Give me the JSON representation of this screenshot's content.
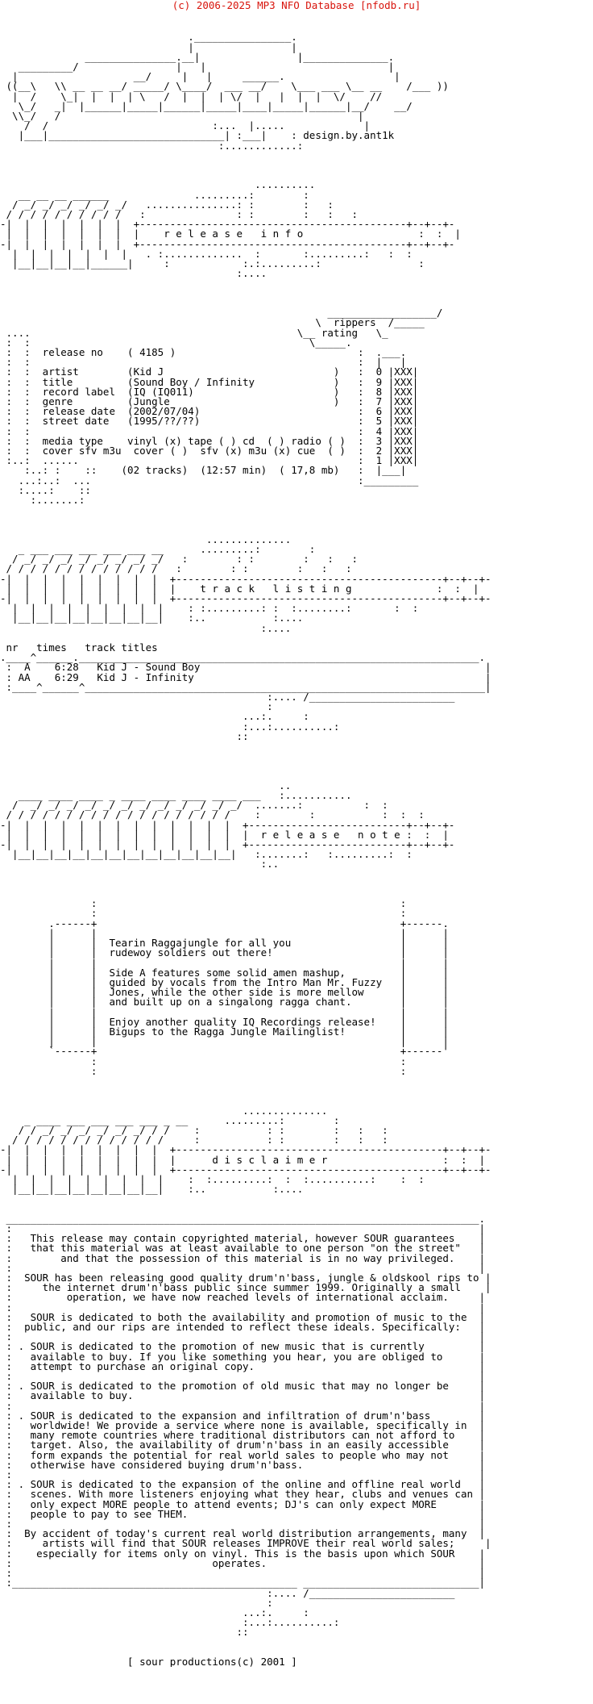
{
  "header": {
    "copyright": "(c) 2006-2025 MP3 NFO Database [nfodb.ru]"
  },
  "nfo": {
    "lines": [
      "",
      "",
      "                               .________________.",
      "                               |                |",
      "              _______________.__|                |______________.",
      "   _________/                |   |                              |",
      "  |                   __/     |   |     ______.                  |",
      " ((__\\   \\\\ __ __ __/ _____/ \\____/  ___ __/    \\___ ___ \\__ __    /___ ))",
      "  |  /    \\_|  |  |  | \\   /  |  |  | \\/  |   |  |  |  \\/    //",
      "   \\_/   _|  |______|_____|______|_____|____|_____|______|__/    __/",
      "  \\\\_/   /                                                 |",
      "    /  /                           :...  |.....             |",
      "   |___|_____________________________| :___|    : design.by.ant1k",
      "                                    :............:",
      "",
      "",
      "",
      "                                          ..........",
      "   __ __ __ ______              .........:        :",
      "  / _/ _/ _/ _/ _/ _/   ...............: :        :   :",
      " / / / / / / / / / /   :               : :        :   :   :",
      "-|  |  |  |  |  |  |  +--------------------------------------------+--+--+-",
      " |  |  |  |  |  |  |  |    r e l e a s e   i n f o                   :  :  |",
      "-|  |  |  |  |  |  |  +--------------------------------------------+--+--+-",
      "  |  |  |  |  |  |  |   . :.............  :       :.........:   :  :",
      "  |__|__|__|__|______|     :            :.:.........:                :",
      "                                       :....",
      "",
      "",
      "",
      "                                                      __________________/",
      "                                                    \\  rippers  /_____",
      " ....                                            \\__ rating   \\_",
      " :  :                                              \\_____.        ",
      " :  :  release no    ( 4185 )                              :  .___.",
      " :  :                                                      :  |   |",
      " :  :  artist        (Kid J                            )   :  0 |XXX|",
      " :  :  title         (Sound Boy / Infinity             )   :  9 |XXX|",
      " :  :  record label  (IQ (IQ011)                       )   :  8 |XXX|",
      " :  :  genre         (Jungle                           )   :  7 |XXX|",
      " :  :  release date  (2002/07/04)                          :  6 |XXX|",
      " :  :  street date   (1995/??/??)                          :  5 |XXX|",
      " :  :                                                      :  4 |XXX|",
      " :  :  media type    vinyl (x) tape ( ) cd  ( ) radio ( )  :  3 |XXX|",
      " :  :  cover sfv m3u  cover ( )  sfv (x) m3u (x) cue  ( )  :  2 |XXX|",
      " :..:  ......                                              :  1 |XXX|",
      "    :..: :    ::    (02 tracks)  (12:57 min)  ( 17,8 mb)   :  |___|",
      "   ...:..:  ...                                            :_________",
      "   :....:    ::",
      "     :.......:",
      "",
      "",
      "",
      "                                  ..............",
      "   _ ___ ___ ___ ___ ___ __      .........:        :",
      "  / _/ _/ _/ _/ _/ _/ _/ _/   :        : :        :   :   :",
      " / / / / / / / / / / / / /   :        : :        :   :   :",
      "-|  |  |  |  |  |  |  |  |  +--------------------------------------------+--+--+-",
      " |  |  |  |  |  |  |  |  |  |    t r a c k   l i s t i n g              :  :  |",
      "-|  |  |  |  |  |  |  |  |  +--------------------------------------------+--+--+-",
      "  |  |  |  |  |  |  |  |  |    : :.........: :  :........:       :  :",
      "  |__|__|__|__|__|__|__|__|    :..           :....           ",
      "                                           :....",
      "",
      " nr   times   track titles",
      ".____^______.__________________________________________________________________.",
      " :  A    6:28   Kid J - Sound Boy                                               |",
      " : AA    6:29   Kid J - Infinity                                                |",
      " :____^______^__________________________________________________________________|",
      "                                            :.... /________________________",
      "                                            :",
      "                                        ...:.     :",
      "                                        :...:..........:",
      "                                       ::",
      "                                         ",
      "                                         ",
      "",
      "",
      "                                              ..",
      "   ____ ____ ____ _ ____ ____ ____ ____ ___   :...........",
      "  /  _/ _/ _/ _/ _/ _/ _/ _/ _/ _/ _/ _/  .......:          :  :",
      " / / / / / / / / / / / / / / / / / / /    :        :           :  :  :",
      "-|  |  |  |  |  |  |  |  |  |  |  |  |  +--------------------------+--+--+-",
      " |  |  |  |  |  |  |  |  |  |  |  |  |  |  r e l e a s e   n o t e :  :  |",
      "-|  |  |  |  |  |  |  |  |  |  |  |  |  +--------------------------+--+--+-",
      "  |__|__|__|__|__|__|__|__|__|__|__|__|   :.......:   :.........:  :",
      "                                           :..              ",
      "",
      "",
      "",
      "               :                                                  :",
      "               :                                                  :",
      "        .------+                                                  +------.",
      "        |      |                                                  |      |",
      "        |      |  Tearin Raggajungle for all you                  |      |",
      "        |      |  rudewoy soldiers out there!                     |      |",
      "        |      |                                                  |      |",
      "        |      |  Side A features some solid amen mashup,         |      |",
      "        |      |  guided by vocals from the Intro Man Mr. Fuzzy   |      |",
      "        |      |  Jones, while the other side is more mellow      |      |",
      "        |      |  and built up on a singalong ragga chant.        |      |",
      "        |      |                                                  |      |",
      "        |      |  Enjoy another quality IQ Recordings release!    |      |",
      "        |      |  Bigups to the Ragga Jungle Mailinglist!         |      |",
      "        |      |                                                  |      |",
      "        `------+                                                  +------'",
      "               :                                                  :",
      "               :                                                  :",
      "",
      "",
      "",
      "                                        ..............",
      "    _ ____ ___ ___ ___ ___ _ __      .........:        :",
      "   / / _/ _/ _/ _/ _/ _/ / /    :           : :        :   :   :",
      "  / / / / / / / / / / / / /     :           : :        :   :   :",
      "-|  |  |  |  |  |  |  |  |  +--------------------------------------------+--+--+-",
      " |  |  |  |  |  |  |  |  |  |      d i s c l a i m e r                   :  :  |",
      "-|  |  |  |  |  |  |  |  |  +--------------------------------------------+--+--+-",
      "  |  |  |  |  |  |  |  |  |    :  :.........:  :  :..........:    :  :",
      "  |__|__|__|__|__|__|__|__|    :..           :....                ",
      "",
      "",
      " ______________________________________________________________________________.",
      " :                                                                             |",
      " :   This release may contain copyrighted material, however SOUR guarantees    |",
      " :   that this material was at least available to one person \"on the street\"   |",
      " :        and that the possession of this material is in no way privileged.    |",
      " :                                                                             |",
      " :  SOUR has been releasing good quality drum'n'bass, jungle & oldskool rips to |",
      " :     the internet drum'n'bass public since summer 1999. Originally a small    |",
      " :         operation, we have now reached levels of international acclaim.     |",
      " :                                                                             |",
      " :   SOUR is dedicated to both the availability and promotion of music to the  |",
      " :  public, and our rips are intended to reflect these ideals. Specifically:   |",
      " :                                                                             |",
      " : . SOUR is dedicated to the promotion of new music that is currently         |",
      " :   available to buy. If you like something you hear, you are obliged to      |",
      " :   attempt to purchase an original copy.                                     |",
      " :                                                                             |",
      " : . SOUR is dedicated to the promotion of old music that may no longer be     |",
      " :   available to buy.                                                         |",
      " :                                                                             |",
      " : . SOUR is dedicated to the expansion and infiltration of drum'n'bass        |",
      " :   worldwide! We provide a service where none is available, specifically in  |",
      " :   many remote countries where traditional distributors can not afford to    |",
      " :   target. Also, the availability of drum'n'bass in an easily accessible     |",
      " :   form expands the potential for real world sales to people who may not     |",
      " :   otherwise have considered buying drum'n'bass.                             |",
      " :                                                                             |",
      " : . SOUR is dedicated to the expansion of the online and offline real world   |",
      " :   scenes. With more listeners enjoying what they hear, clubs and venues can |",
      " :   only expect MORE people to attend events; DJ's can only expect MORE       |",
      " :   people to pay to see THEM.                                                |",
      " :                                                                             |",
      " :  By accident of today's current real world distribution arrangements, many  |",
      " :     artists will find that SOUR releases IMPROVE their real world sales;     |",
      " :    especially for items only on vinyl. This is the basis upon which SOUR    |",
      " :                                 operates.                                   |",
      " :                                                                             |",
      " :_______________________________________________ _____________________________|",
      "                                            :.... /________________________",
      "                                            :",
      "                                        ...:.     :",
      "                                        :...:..........:",
      "                                       ::",
      "",
      "",
      "                     [ sour productions(c) 2001 ]",
      ""
    ]
  }
}
